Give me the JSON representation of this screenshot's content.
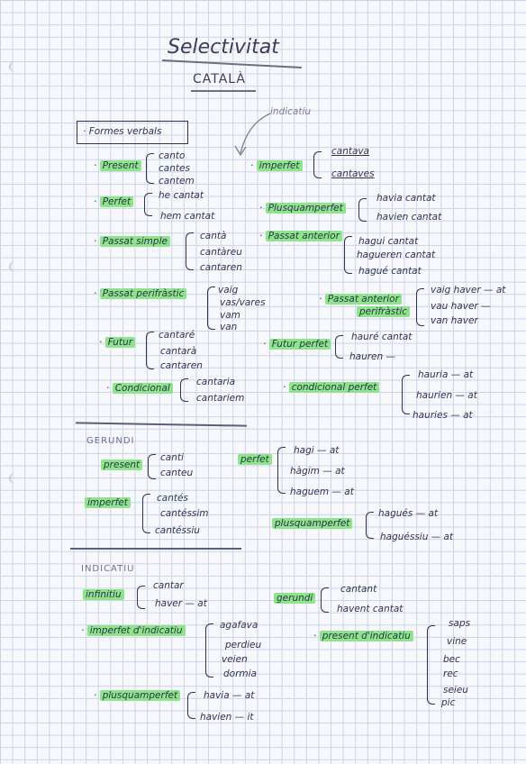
{
  "title": "Selectivitat",
  "subtitle": "CATALÀ",
  "indicatiu_label": "indicatiu",
  "formes_verbals": "Formes verbals",
  "present": {
    "label": "Present",
    "forms": [
      "canto",
      "cantes",
      "cantem"
    ]
  },
  "perfet": {
    "label": "Perfet",
    "forms": [
      "he cantat",
      "hem cantat"
    ]
  },
  "passat_simple": {
    "label": "Passat simple",
    "forms": [
      "cantà",
      "cantàreu",
      "cantaren"
    ]
  },
  "passat_perifrastic": {
    "label": "Passat perifràstic",
    "forms": [
      "vaig",
      "vas/vares",
      "vam",
      "van"
    ]
  },
  "futur": {
    "label": "Futur",
    "forms": [
      "cantaré",
      "cantarà",
      "cantaren"
    ]
  },
  "condicional": {
    "label": "Condicional",
    "forms": [
      "cantaria",
      "cantariem"
    ]
  },
  "imperfet": {
    "label": "imperfet",
    "forms": [
      "cantava",
      "cantaves"
    ]
  },
  "plusquamperfet": {
    "label": "Plusquamperfet",
    "forms": [
      "havia cantat",
      "havien cantat"
    ]
  },
  "passat_anterior": {
    "label": "Passat anterior",
    "forms": [
      "hagui cantat",
      "hagueren cantat",
      "hagué cantat"
    ]
  },
  "passat_anterior_perif": {
    "label1": "Passat anterior",
    "label2": "perifràstic",
    "forms": [
      "vaig haver — at",
      "vau haver —",
      "van haver"
    ]
  },
  "futur_perfet": {
    "label": "Futur perfet",
    "forms": [
      "hauré cantat",
      "hauren —"
    ]
  },
  "condicional_perfet": {
    "label": "condicional perfet",
    "forms": [
      "hauria — at",
      "haurien — at",
      "hauries — at"
    ]
  },
  "subjuntiu_heading": "GERUNDI",
  "subj_present": {
    "label": "present",
    "forms": [
      "canti",
      "canteu"
    ]
  },
  "subj_imperfet": {
    "label": "imperfet",
    "forms": [
      "cantés",
      "cantéssim",
      "cantéssiu"
    ]
  },
  "subj_perfet": {
    "label": "perfet",
    "forms": [
      "hagi — at",
      "hàgim — at",
      "haguem — at"
    ]
  },
  "subj_plusquamperfet": {
    "label": "plusquamperfet",
    "forms": [
      "hagués — at",
      "haguéssiu — at"
    ]
  },
  "indicatiu_heading": "INDICATIU",
  "infinitiu": {
    "label": "infinitiu",
    "forms": [
      "cantar",
      "haver — at"
    ]
  },
  "gerundi": {
    "label": "gerundi",
    "forms": [
      "cantant",
      "havent cantat"
    ]
  },
  "imperfet_indicatiu": {
    "label": "imperfet d'indicatiu",
    "forms": [
      "agafava",
      "perdieu",
      "veien",
      "dormia"
    ]
  },
  "present_indicatiu": {
    "label": "present d'indicatiu",
    "forms": [
      "saps",
      "vine",
      "bec",
      "rec",
      "seieu",
      "pic"
    ]
  },
  "plusquamperfet2": {
    "label": "plusquamperfet",
    "forms": [
      "havia — at",
      "havien — it"
    ]
  }
}
